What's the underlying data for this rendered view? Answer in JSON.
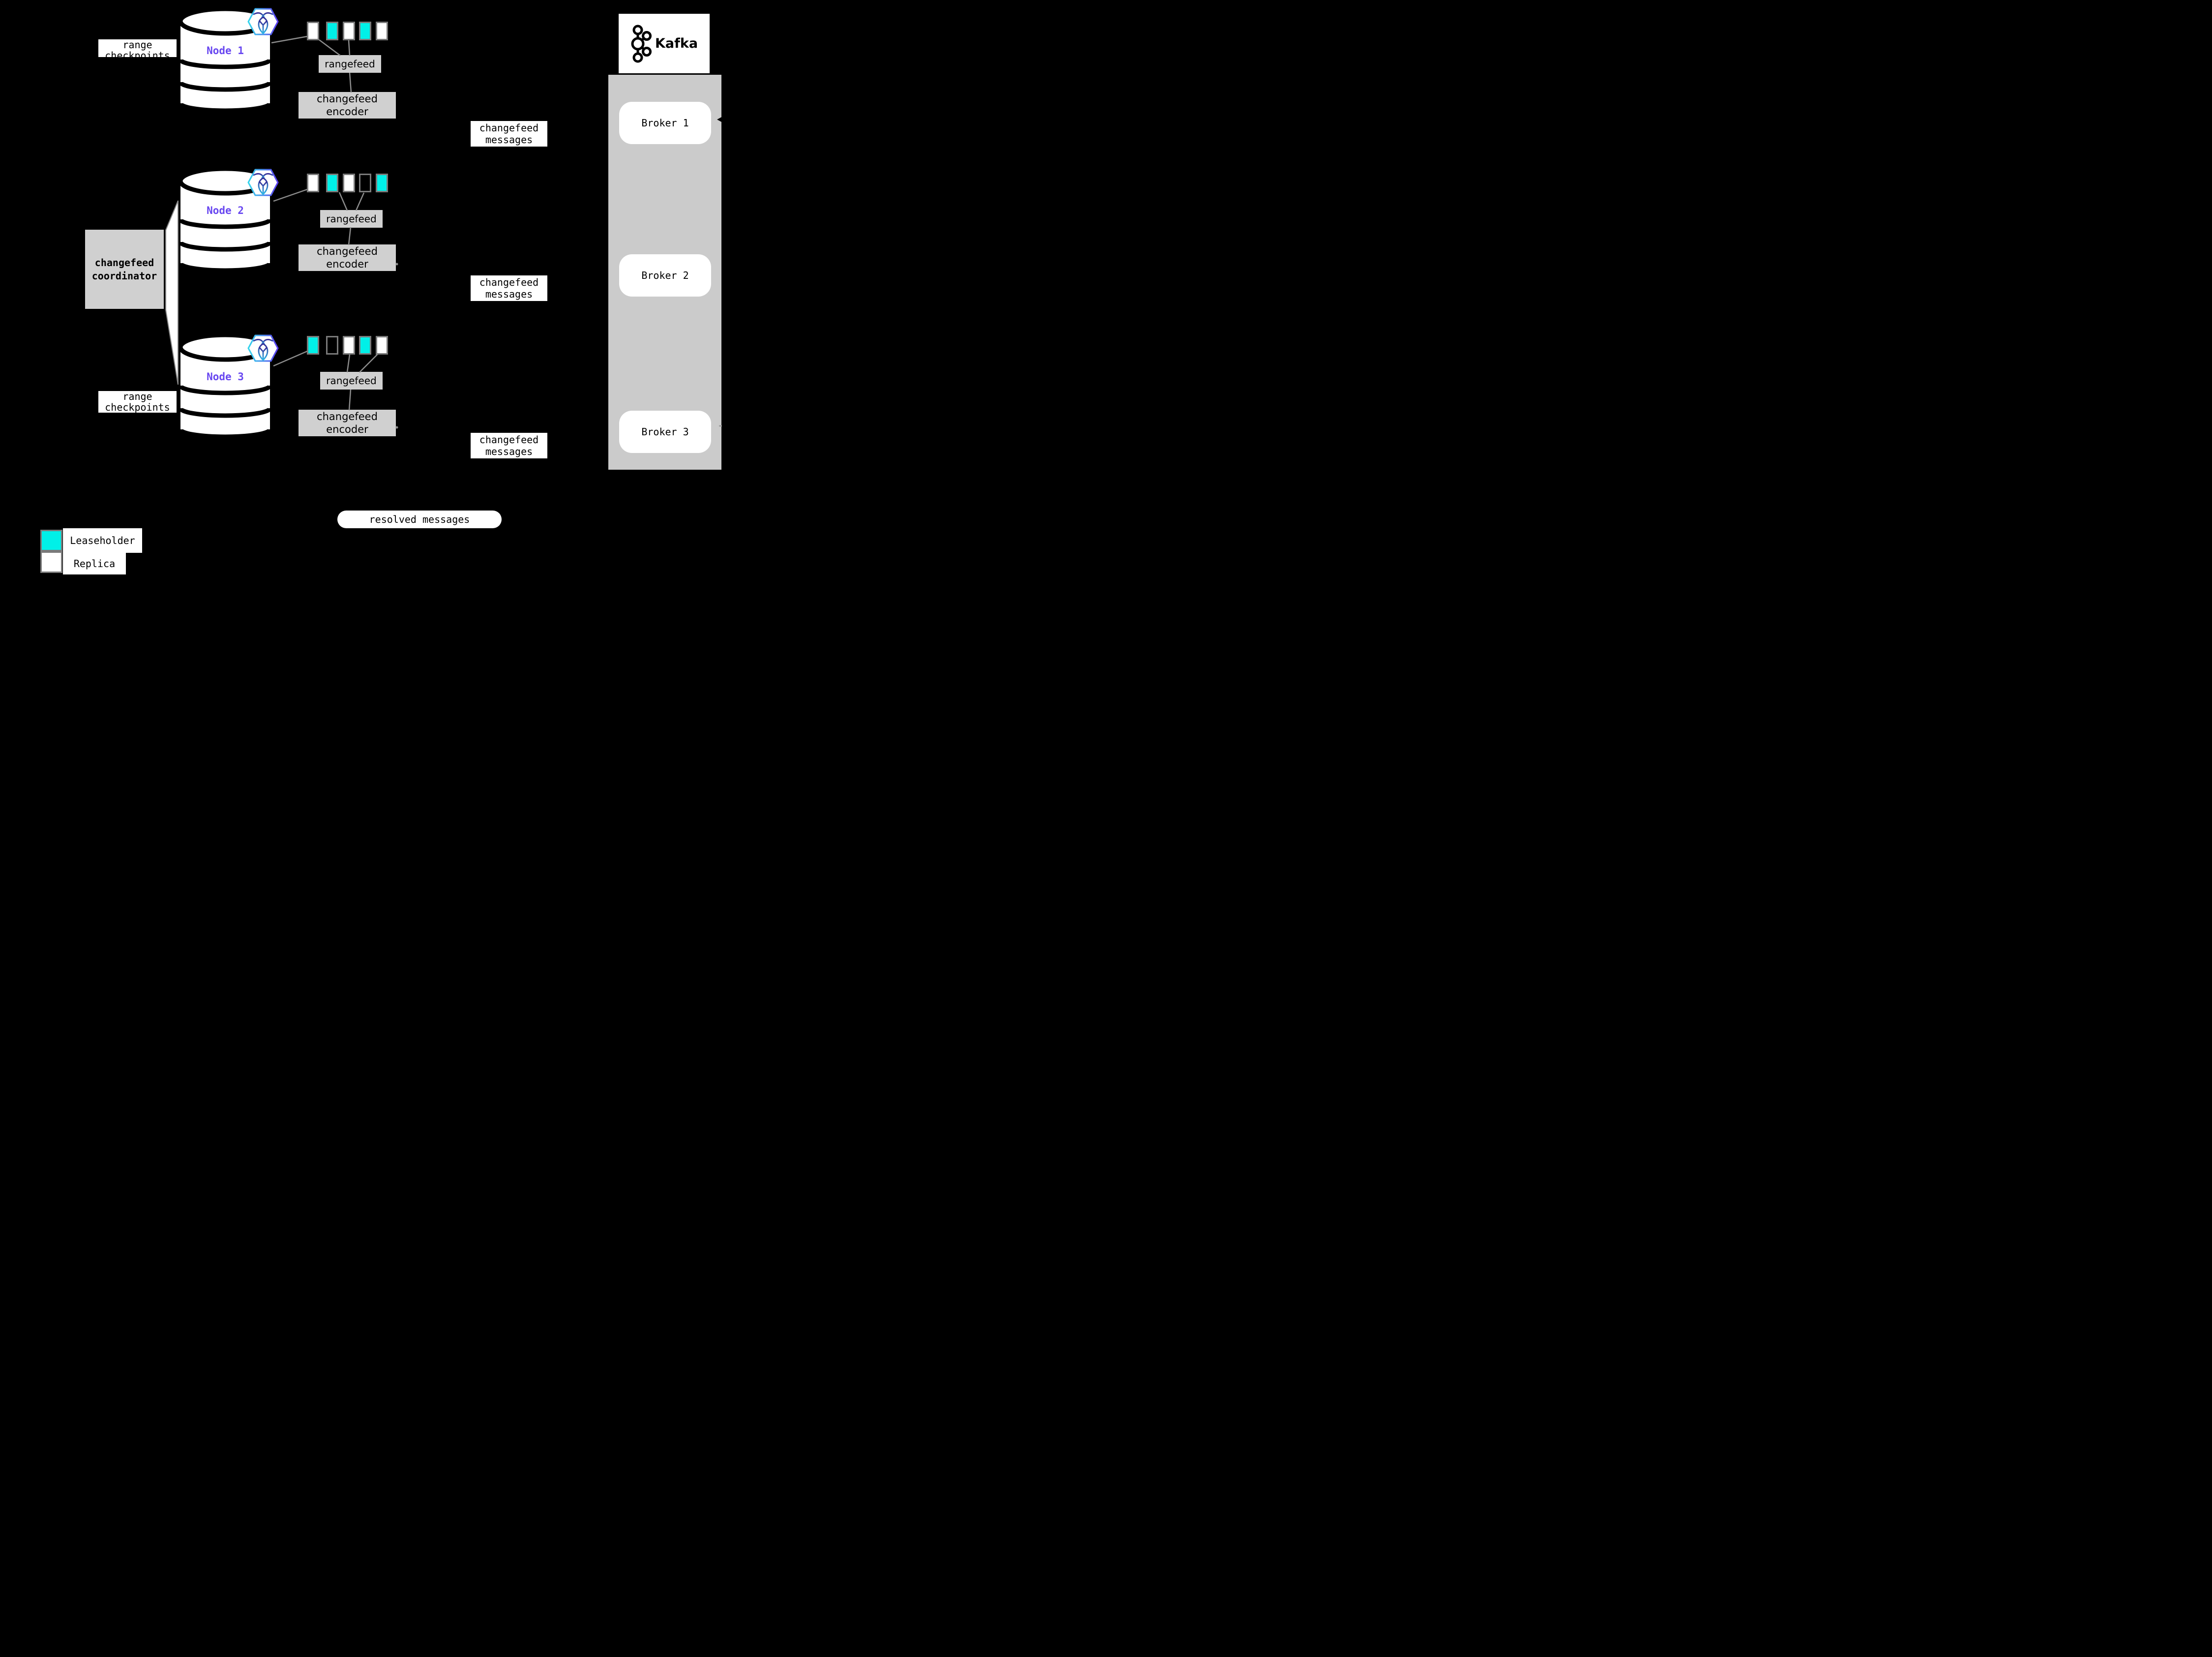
{
  "colors": {
    "leaseholder": "#00f0e8",
    "replica": "#ffffff",
    "empty": "transparent",
    "node_purple": "#6847f0",
    "panel_gray": "#cbcbcb",
    "box_gray": "#d0d0d0",
    "line_gray": "#8c8c8c",
    "border_gray": "#7a7a7a"
  },
  "nodes": [
    {
      "label": "Node 1",
      "rangefeed_label": "rangefeed",
      "encoder": {
        "line1": "changefeed",
        "line2": "encoder"
      },
      "replicas": [
        "replica",
        "leaseholder",
        "replica",
        "leaseholder",
        "replica"
      ]
    },
    {
      "label": "Node 2",
      "rangefeed_label": "rangefeed",
      "encoder": {
        "line1": "changefeed",
        "line2": "encoder"
      },
      "replicas": [
        "replica",
        "leaseholder",
        "replica",
        "empty",
        "leaseholder"
      ]
    },
    {
      "label": "Node 3",
      "rangefeed_label": "rangefeed",
      "encoder": {
        "line1": "changefeed",
        "line2": "encoder"
      },
      "replicas": [
        "leaseholder",
        "empty",
        "replica",
        "leaseholder",
        "replica"
      ]
    }
  ],
  "annotations": {
    "range_checkpoints_top": {
      "line1": "range",
      "line2": "checkpoints"
    },
    "range_checkpoints_bottom": {
      "line1": "range",
      "line2": "checkpoints"
    },
    "coordinator": {
      "line1": "changefeed",
      "line2": "coordinator"
    },
    "resolved_messages": "resolved messages"
  },
  "messages": [
    {
      "line1": "changefeed",
      "line2": "messages"
    },
    {
      "line1": "changefeed",
      "line2": "messages"
    },
    {
      "line1": "changefeed",
      "line2": "messages"
    }
  ],
  "kafka": {
    "brand": "Kafka",
    "brokers": [
      {
        "label": "Broker 1"
      },
      {
        "label": "Broker 2"
      },
      {
        "label": "Broker 3"
      }
    ]
  },
  "legend": [
    {
      "key": "leaseholder",
      "label": "Leaseholder"
    },
    {
      "key": "replica",
      "label": "Replica"
    }
  ]
}
